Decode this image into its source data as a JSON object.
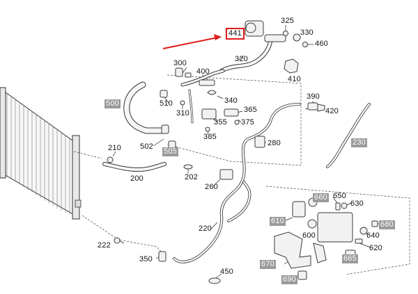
{
  "colors": {
    "line": "#222222",
    "part_fill": "#f2f2f2",
    "part_stroke": "#3a3a3a",
    "highlight_bg": "#9a9a9a",
    "highlight_text": "#ffffff",
    "callout": "#e11a1a"
  },
  "callout": {
    "label": "441"
  },
  "labels": {
    "l325": "325",
    "l330": "330",
    "l460": "460",
    "l320": "320",
    "l300": "300",
    "l400": "400",
    "l410": "410",
    "l500": "500",
    "l510": "510",
    "l310": "310",
    "l340": "340",
    "l390": "390",
    "l365": "365",
    "l420": "420",
    "l355": "355",
    "l375": "375",
    "l385": "385",
    "l502": "502",
    "l505": "505",
    "l280": "280",
    "l230": "230",
    "l210": "210",
    "l200": "200",
    "l202": "202",
    "l260": "260",
    "l660": "660",
    "l650": "650",
    "l630": "630",
    "l610": "610",
    "l600": "600",
    "l680": "680",
    "l220": "220",
    "l640": "640",
    "l222": "222",
    "l620": "620",
    "l350": "350",
    "l670": "670",
    "l665": "665",
    "l450": "450",
    "l690": "690"
  }
}
